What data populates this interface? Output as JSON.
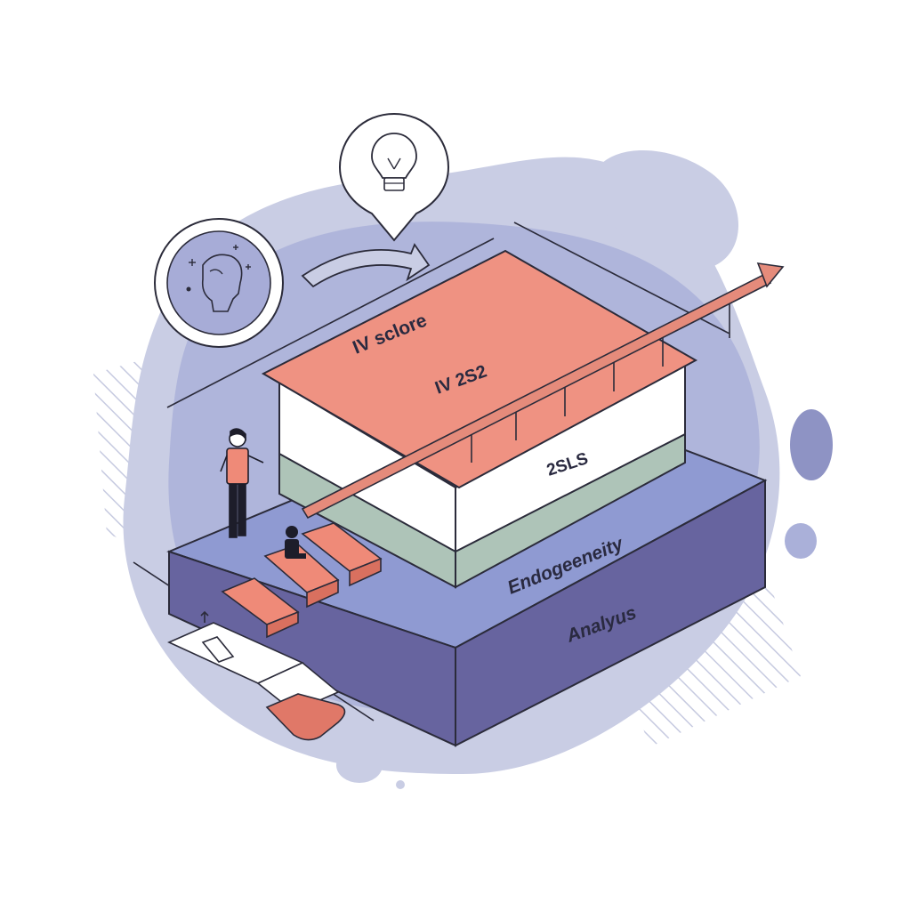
{
  "labels": {
    "iv_score": "IV sclore",
    "iv_2s2": "IV 2S2",
    "twosls": "2SLS",
    "endogeneity": "Endogeeneity",
    "analysis": "Analyus"
  },
  "icons": [
    "lightbulb-icon",
    "head-profile-icon",
    "curved-arrow-icon",
    "trend-arrow-icon",
    "person-icon",
    "document-icon"
  ],
  "colors": {
    "blob": "#c9cde4",
    "blob_inner": "#9ea5d4",
    "base_top": "#8f9ad2",
    "base_front": "#6a67a3",
    "base_side": "#5f5c97",
    "top_layer": "#ef9282",
    "white_layer": "#ffffff",
    "sage_layer": "#aec4b8",
    "accent": "#e07868",
    "stroke": "#2b2b3a"
  }
}
